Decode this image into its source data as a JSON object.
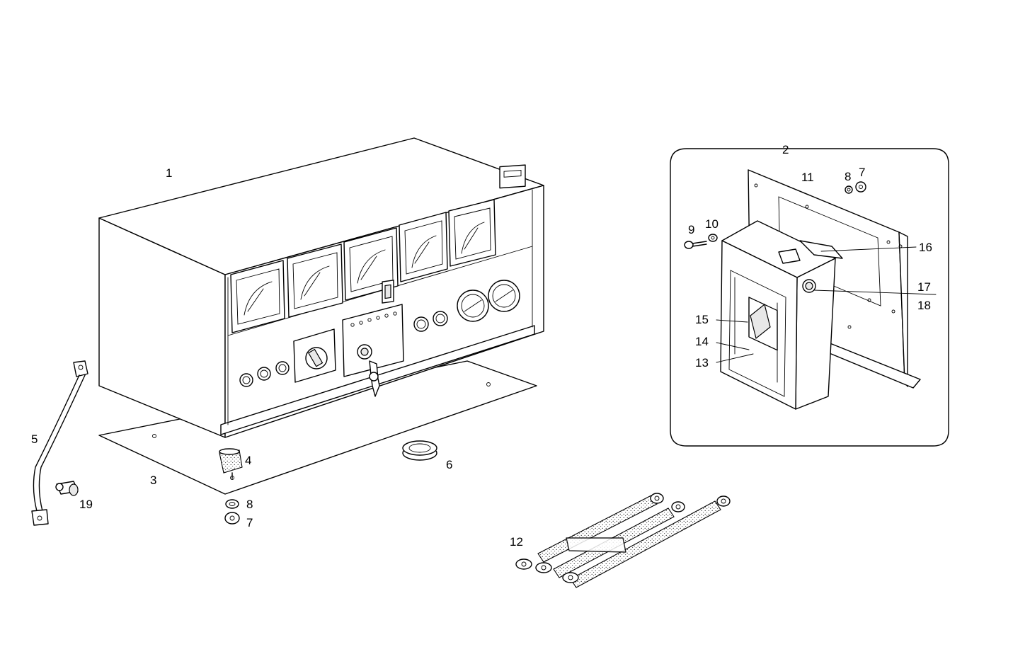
{
  "callouts": {
    "c1": "1",
    "c2": "2",
    "c3": "3",
    "c4": "4",
    "c5": "5",
    "c6": "6",
    "c7a": "7",
    "c8a": "8",
    "c7b": "7",
    "c8b": "8",
    "c9": "9",
    "c10": "10",
    "c11": "11",
    "c12": "12",
    "c13": "13",
    "c14": "14",
    "c15": "15",
    "c16": "16",
    "c17": "17",
    "c18": "18",
    "c19": "19"
  }
}
